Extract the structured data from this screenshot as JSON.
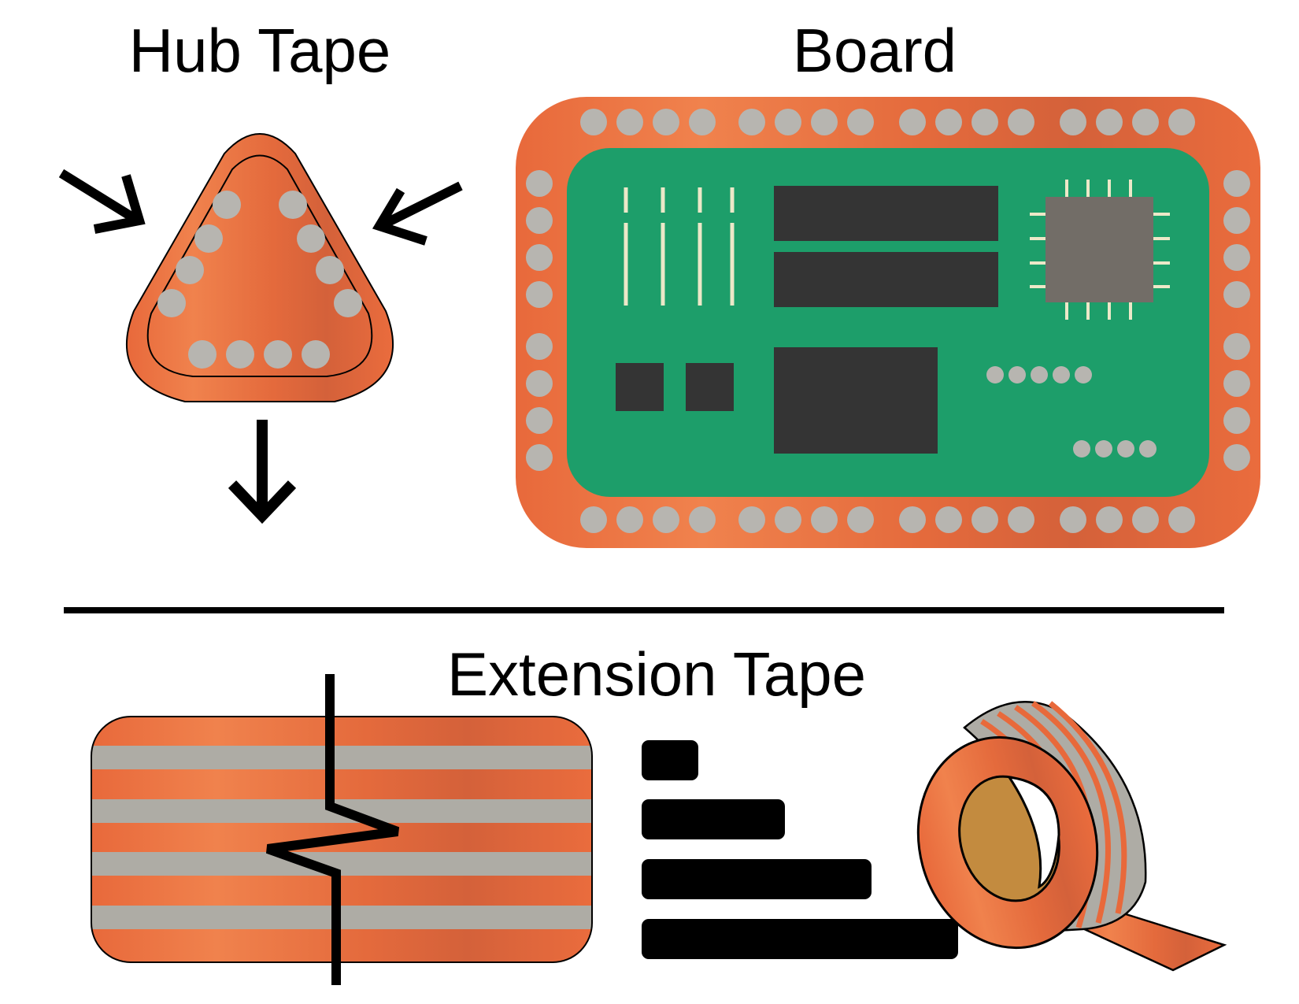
{
  "labels": {
    "hub_tape": "Hub Tape",
    "board": "Board",
    "extension_tape": "Extension Tape"
  },
  "colors": {
    "copper_light": "#f0824d",
    "copper_mid": "#e8693b",
    "copper_dark": "#d4613a",
    "pad_gray": "#b7b5b0",
    "stripe_gray": "#aeaca5",
    "pcb_green": "#1d9e6a",
    "chip_dark": "#343434",
    "mcu_gray": "#726d67",
    "silk": "#ece8c8",
    "roll_core": "#c38b3f",
    "ink": "#000000"
  },
  "icons": {
    "hub_arrows": [
      "arrow-in-left-icon",
      "arrow-in-right-icon",
      "arrow-down-icon"
    ],
    "bars": [
      "short-bar",
      "medium-bar",
      "long-bar",
      "longest-bar"
    ],
    "roll": "tape-roll-icon"
  }
}
